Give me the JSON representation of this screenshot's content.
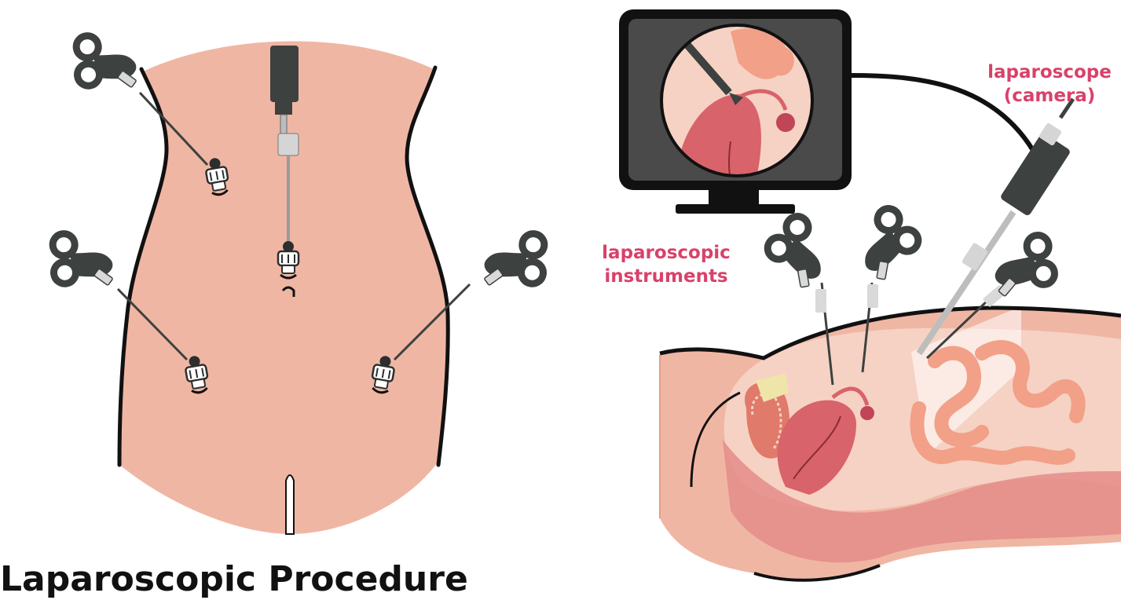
{
  "labels": {
    "laparoscope_line1": "laparoscope",
    "laparoscope_line2": "(camera)",
    "instruments_line1": "laparoscopic",
    "instruments_line2": "instruments",
    "title": "Laparoscopic Procedure"
  },
  "colors": {
    "label_accent": "#d9416a",
    "skin": "#f0b6a4",
    "skin_dark": "#e89b86",
    "outline": "#111111",
    "instrument": "#3d413f",
    "uterus": "#d8636a",
    "intestine": "#f2a088",
    "monitor_screen": "#4a4a4a",
    "title_text": "#111111"
  },
  "icons": {
    "scissor_handle": "scissor-grip-icon",
    "trocar_port": "trocar-port-icon",
    "camera": "camera-icon",
    "monitor": "monitor-icon"
  }
}
